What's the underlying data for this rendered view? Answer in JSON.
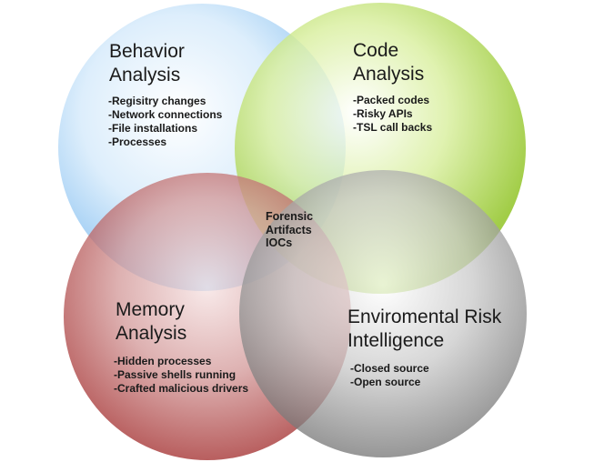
{
  "diagram": {
    "circles": [
      {
        "id": "behavior",
        "title_lines": [
          "Behavior",
          "Analysis"
        ],
        "items": [
          "-Regisitry changes",
          "-Network connections",
          "-File installations",
          "-Processes"
        ],
        "color": "#8ec6f4"
      },
      {
        "id": "code",
        "title_lines": [
          "Code",
          "Analysis"
        ],
        "items": [
          "-Packed codes",
          "-Risky APIs",
          "-TSL call backs"
        ],
        "color": "#9acd32"
      },
      {
        "id": "memory",
        "title_lines": [
          "Memory",
          "Analysis"
        ],
        "items": [
          "-Hidden processes",
          "-Passive shells running",
          "-Crafted malicious drivers"
        ],
        "color": "#b03a3a"
      },
      {
        "id": "risk",
        "title_lines": [
          "Enviromental Risk",
          "Intelligence"
        ],
        "items": [
          "-Closed source",
          "-Open source"
        ],
        "color": "#8a8a8a"
      }
    ],
    "center": {
      "lines": [
        "Forensic",
        "Artifacts",
        "IOCs"
      ]
    }
  }
}
